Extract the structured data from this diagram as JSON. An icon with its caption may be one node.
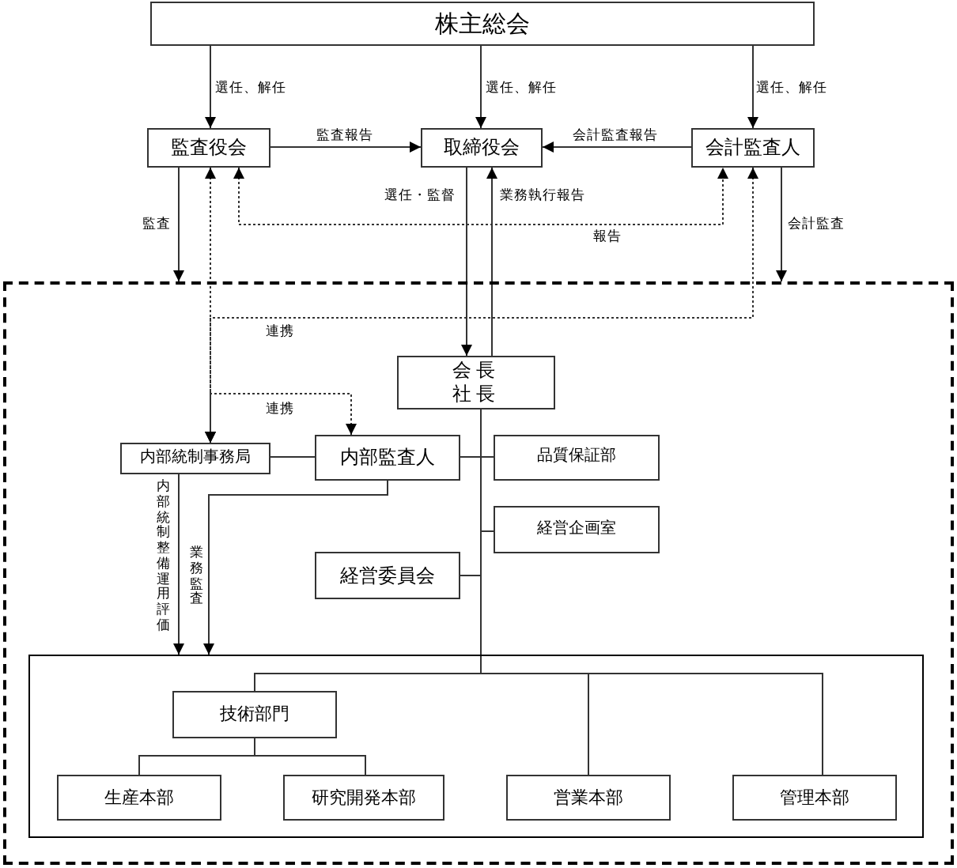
{
  "diagram": {
    "nodes": [
      {
        "text": [
          "株主総会"
        ]
      },
      {
        "text": [
          "監査役会"
        ]
      },
      {
        "text": [
          "取締役会"
        ]
      },
      {
        "text": [
          "会計監査人"
        ]
      },
      {
        "text": [],
        "shape": "box"
      },
      {
        "text": [
          "会長",
          "社長"
        ],
        "in": 4
      },
      {
        "text": [
          "内部統制事務局"
        ],
        "in": 4
      },
      {
        "text": [
          "内部監査人"
        ],
        "in": 4
      },
      {
        "text": [
          "品質保証部"
        ],
        "in": 4
      },
      {
        "text": [
          "経営企画室"
        ],
        "in": 4
      },
      {
        "text": [
          "経営委員会"
        ],
        "in": 4
      },
      {
        "text": [],
        "shape": "box",
        "in": 4
      },
      {
        "text": [
          "技術部門"
        ],
        "in": 11
      },
      {
        "text": [
          "生産本部"
        ],
        "in": 11
      },
      {
        "text": [
          "研究開発本部"
        ],
        "in": 11
      },
      {
        "text": [
          "営業本部"
        ],
        "in": 11
      },
      {
        "text": [
          "管理本部"
        ],
        "in": 11
      }
    ],
    "edges": [
      {
        "from": 0,
        "to": 1,
        "arrow": "to",
        "label": "選任、解任"
      },
      {
        "from": 0,
        "to": 2,
        "arrow": "to",
        "label": "選任、解任"
      },
      {
        "from": 0,
        "to": 3,
        "arrow": "to",
        "label": "選任、解任"
      },
      {
        "from": 1,
        "to": 2,
        "arrow": "to",
        "label": "監査報告"
      },
      {
        "from": 3,
        "to": 2,
        "arrow": "to",
        "label": "会計監査報告"
      },
      {
        "from": 2,
        "to": 5,
        "arrow": "to",
        "label": "選任・監督"
      },
      {
        "from": 5,
        "to": 2,
        "arrow": "to",
        "label": "業務執行報告"
      },
      {
        "from": 1,
        "to": 4,
        "arrow": "to",
        "label": "監査"
      },
      {
        "from": 3,
        "to": 4,
        "arrow": "to",
        "label": "会計監査"
      },
      {
        "from": 1,
        "to": 3,
        "arrow": "both",
        "style": "dashed",
        "label": "報告"
      },
      {
        "from": 1,
        "to": 6,
        "arrow": "both",
        "style": "dashed"
      },
      {
        "from": 3,
        "to": 6,
        "arrow": "both",
        "style": "dashed",
        "label": "連携"
      },
      {
        "from": 7,
        "to": 6,
        "arrow": "both",
        "style": "dashed",
        "label": "連携"
      },
      {
        "from": 6,
        "to": 11,
        "arrow": "to",
        "label": "内部統制整備運用評価"
      },
      {
        "from": 7,
        "to": 11,
        "arrow": "to",
        "label": "業務監査"
      },
      {
        "from": 6,
        "to": 7,
        "arrow": "none"
      },
      {
        "from": 5,
        "to": 7,
        "arrow": "none"
      },
      {
        "from": 5,
        "to": 8,
        "arrow": "none"
      },
      {
        "from": 5,
        "to": 9,
        "arrow": "none"
      },
      {
        "from": 5,
        "to": 10,
        "arrow": "none"
      },
      {
        "from": 5,
        "to": 12,
        "arrow": "none"
      },
      {
        "from": 5,
        "to": 15,
        "arrow": "none"
      },
      {
        "from": 5,
        "to": 16,
        "arrow": "none"
      },
      {
        "from": 12,
        "to": 13,
        "arrow": "none"
      },
      {
        "from": 12,
        "to": 14,
        "arrow": "none"
      }
    ]
  }
}
